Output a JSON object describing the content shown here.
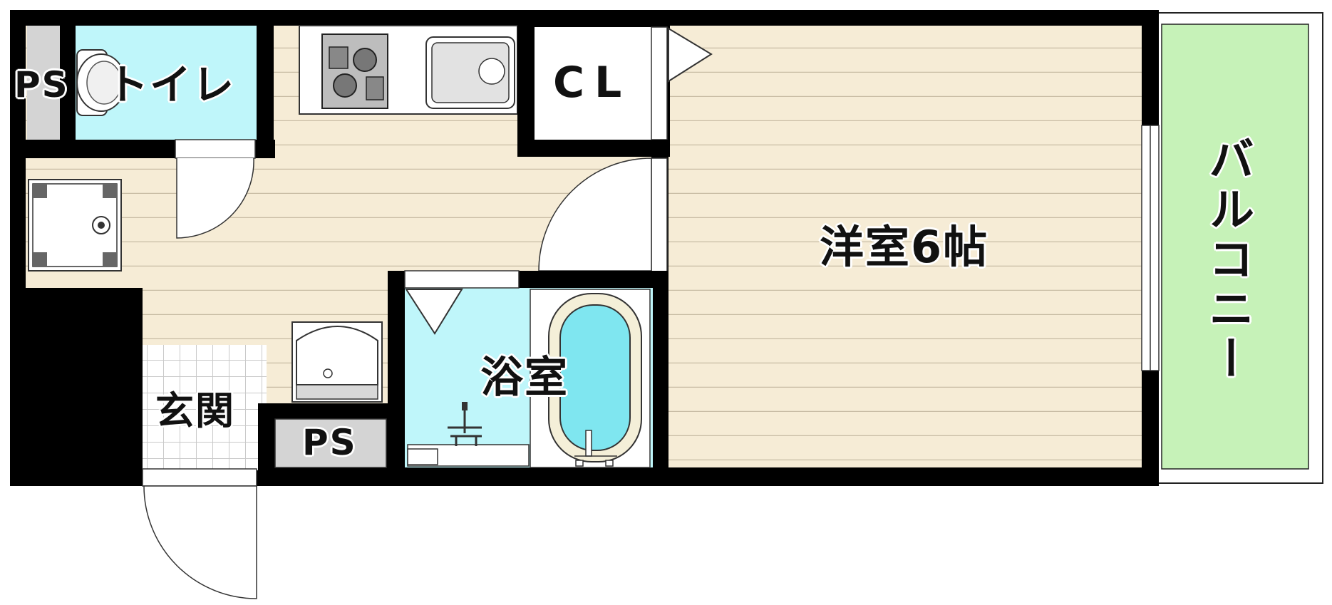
{
  "rooms": {
    "ps_top": "PS",
    "toilet": "トイレ",
    "closet": "CL",
    "western_room": "洋室6帖",
    "balcony": "バルコニー",
    "bathroom": "浴室",
    "entrance": "玄関",
    "ps_bottom": "PS"
  },
  "colors": {
    "wall": "#000000",
    "floor": "#f6ecd6",
    "floor_line": "#c8bca4",
    "water": "#bff6fa",
    "balcony": "#c6f2b8",
    "ps": "#d4d4d4",
    "tile": "#ffffff"
  }
}
